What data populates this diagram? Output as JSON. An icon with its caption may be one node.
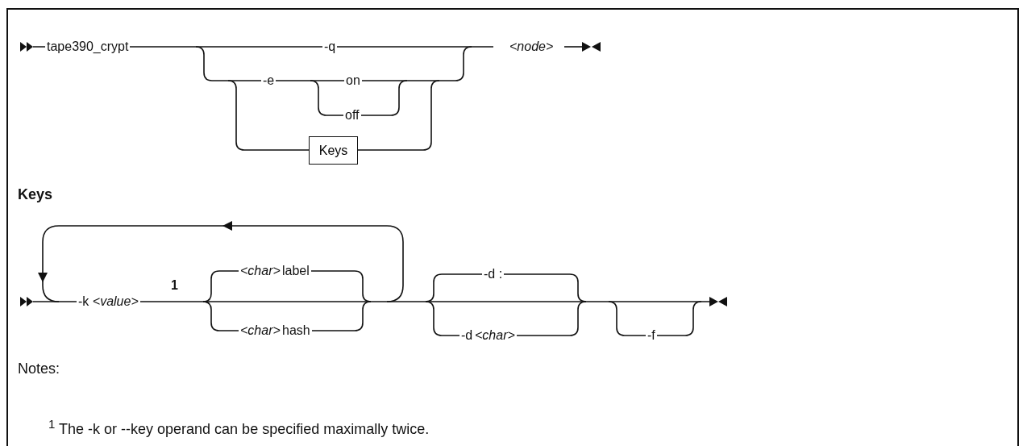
{
  "diagram": {
    "nodes": [
      {
        "text": [
          "Keys"
        ]
      }
    ],
    "labels": [
      "tape390_crypt",
      "-q",
      "<node>",
      "-e",
      "on",
      "off",
      "Keys",
      "-k *<value>*",
      "1",
      "<char>",
      "label",
      "<char>",
      "hash",
      "-d :",
      "-d",
      "<char>",
      "-f",
      "Notes:",
      "$^{1}$ The -k or --key operand can be specified maximally twice."
    ]
  }
}
